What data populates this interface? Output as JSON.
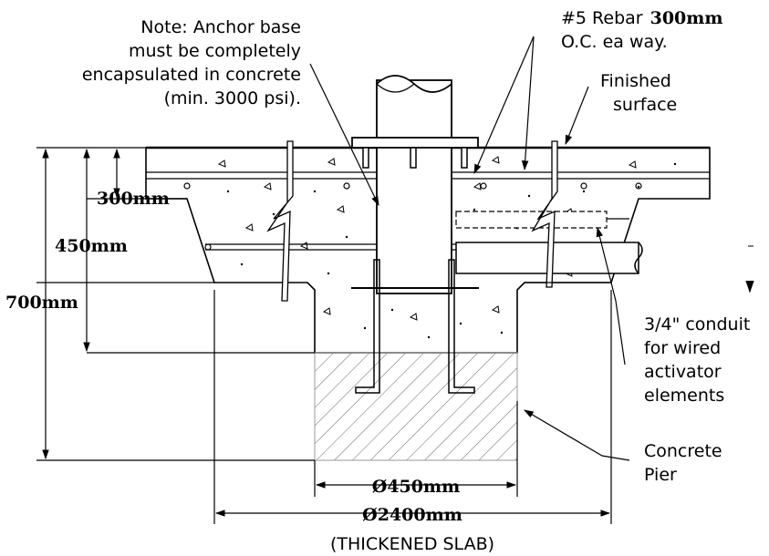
{
  "note": {
    "line1": "Note: Anchor base",
    "line2": "must be completely",
    "line3": "encapsulated in concrete",
    "line4": "(min. 3000 psi)."
  },
  "rebar": {
    "prefix": "#5 Rebar",
    "spacing": "300mm",
    "line2": "O.C. ea way."
  },
  "surface": {
    "line1": "Finished",
    "line2": "surface"
  },
  "conduit": {
    "line1": "3/4\" conduit",
    "line2": "for wired",
    "line3": "activator",
    "line4": "elements"
  },
  "pier": {
    "line1": "Concrete",
    "line2": "Pier"
  },
  "dimensions": {
    "slab_depth": "300mm",
    "thickened_depth": "450mm",
    "total_depth": "700mm",
    "pier_diameter": "Ø450mm",
    "slab_diameter": "Ø2400mm"
  },
  "caption": "(THICKENED SLAB)"
}
